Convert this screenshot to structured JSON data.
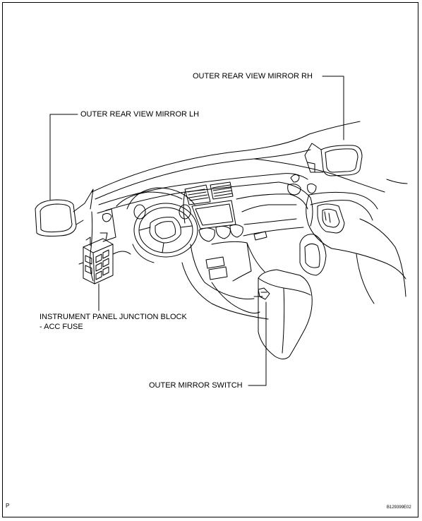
{
  "labels": {
    "mirror_rh": "OUTER REAR VIEW MIRROR RH",
    "mirror_lh": "OUTER REAR VIEW MIRROR LH",
    "junction_block_line1": "INSTRUMENT PANEL JUNCTION BLOCK",
    "junction_block_line2": "- ACC FUSE",
    "mirror_switch": "OUTER MIRROR SWITCH"
  },
  "corner_mark": "P",
  "figure_code": "B129399E02"
}
